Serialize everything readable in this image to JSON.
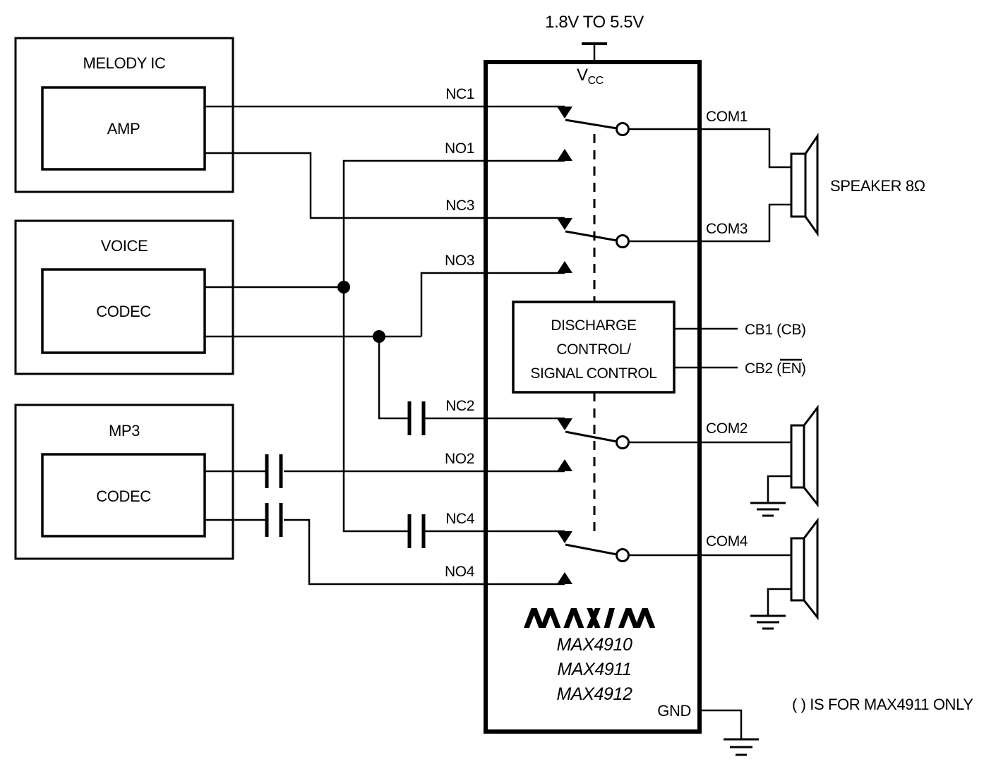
{
  "diagram": {
    "colors": {
      "line": "#000000",
      "background": "#ffffff"
    },
    "power": {
      "label": "1.8V TO 5.5V"
    },
    "vcc": {
      "v": "V",
      "sub": "CC"
    },
    "gnd": {
      "label": "GND"
    },
    "note": "( ) IS FOR MAX4911 ONLY",
    "speaker": {
      "label": "SPEAKER 8Ω"
    },
    "ic": {
      "logo": "MAXIM",
      "part_numbers": [
        "MAX4910",
        "MAX4911",
        "MAX4912"
      ],
      "control_block": {
        "line1": "DISCHARGE",
        "line2": "CONTROL/",
        "line3": "SIGNAL CONTROL"
      }
    },
    "blocks": {
      "melody": {
        "title": "MELODY IC",
        "inner": "AMP"
      },
      "voice": {
        "title": "VOICE",
        "inner": "CODEC"
      },
      "mp3": {
        "title": "MP3",
        "inner": "CODEC"
      }
    },
    "pins": {
      "nc1": "NC1",
      "no1": "NO1",
      "nc3": "NC3",
      "no3": "NO3",
      "nc2": "NC2",
      "no2": "NO2",
      "nc4": "NC4",
      "no4": "NO4",
      "com1": "COM1",
      "com3": "COM3",
      "com2": "COM2",
      "com4": "COM4",
      "cb1": "CB1 (CB)",
      "cb2": {
        "prefix": "CB2 (",
        "en": "EN",
        "suffix": ")"
      }
    }
  }
}
